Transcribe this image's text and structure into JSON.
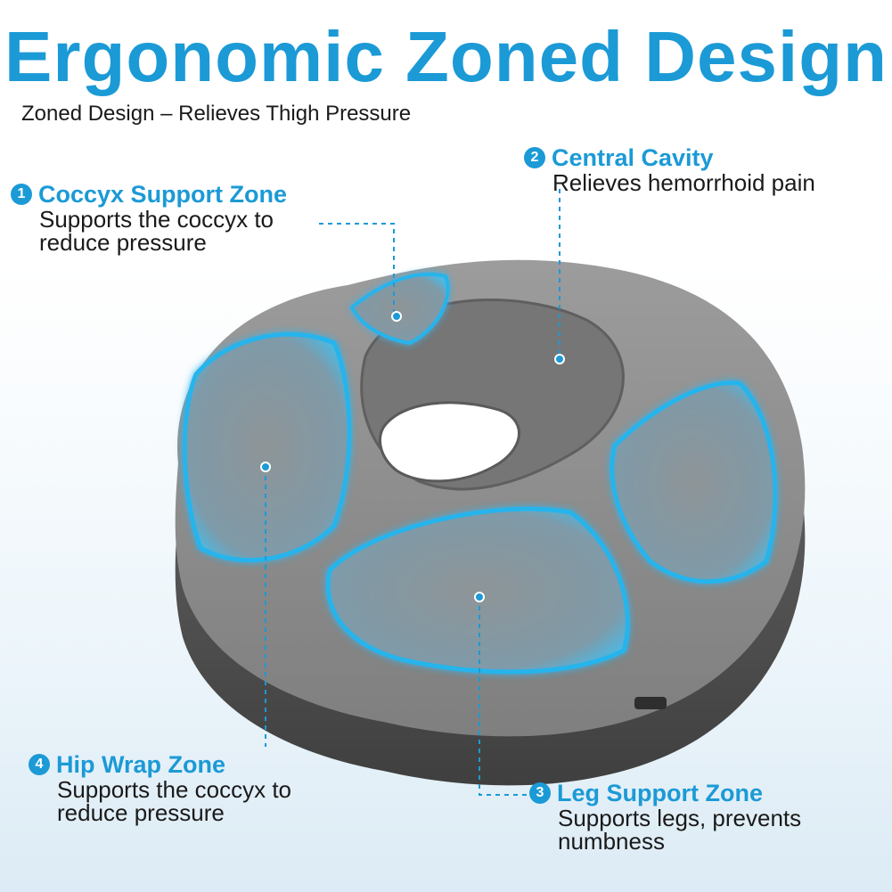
{
  "heading": {
    "title": "Ergonomic Zoned Design",
    "subtitle": "Zoned Design – Relieves Thigh Pressure"
  },
  "callouts": {
    "coccyx": {
      "number": "1",
      "title": "Coccyx Support Zone",
      "line1": "Supports the coccyx to",
      "line2": "reduce pressure"
    },
    "cavity": {
      "number": "2",
      "title": "Central Cavity",
      "line1": "Relieves hemorrhoid pain",
      "line2": ""
    },
    "leg": {
      "number": "3",
      "title": "Leg Support Zone",
      "line1": "Supports legs, prevents",
      "line2": "numbness"
    },
    "hip": {
      "number": "4",
      "title": "Hip Wrap Zone",
      "line1": "Supports the coccyx to",
      "line2": "reduce pressure"
    }
  },
  "colors": {
    "accent": "#1b9ad6",
    "cushion": "#8d8d8d",
    "zone_glow": "#27b4ec",
    "text": "#1a1a1a"
  }
}
